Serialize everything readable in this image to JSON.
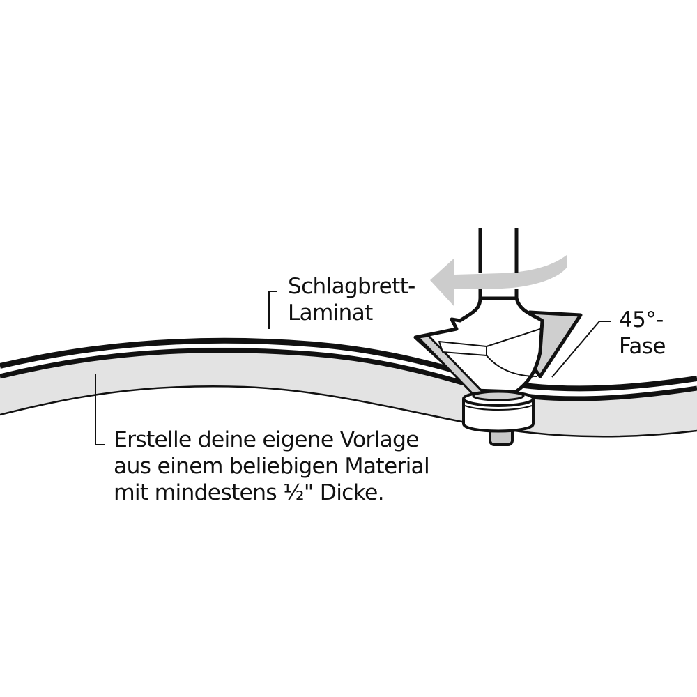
{
  "diagram": {
    "subject": "router bit with bearing routing along a curved template",
    "colors": {
      "background": "#ffffff",
      "ink": "#111111",
      "template_fill": "#e3e3e3",
      "blade_fill": "#cfcfcf",
      "rotation_arrow": "#cccccc"
    },
    "labels": {
      "laminate": {
        "lines": [
          "Schlagbrett-",
          "Laminat"
        ]
      },
      "chamfer": {
        "lines": [
          "45°-",
          "Fase"
        ]
      },
      "template": {
        "lines": [
          "Erstelle deine eigene Vorlage",
          "aus einem beliebigen Material",
          "mit mindestens ½\" Dicke."
        ]
      }
    },
    "icons": {
      "rotation_arrow": "counterclockwise-rotation-arrow-icon",
      "router_bit": "chamfer-router-bit-icon",
      "bearing": "guide-bearing-icon"
    }
  }
}
